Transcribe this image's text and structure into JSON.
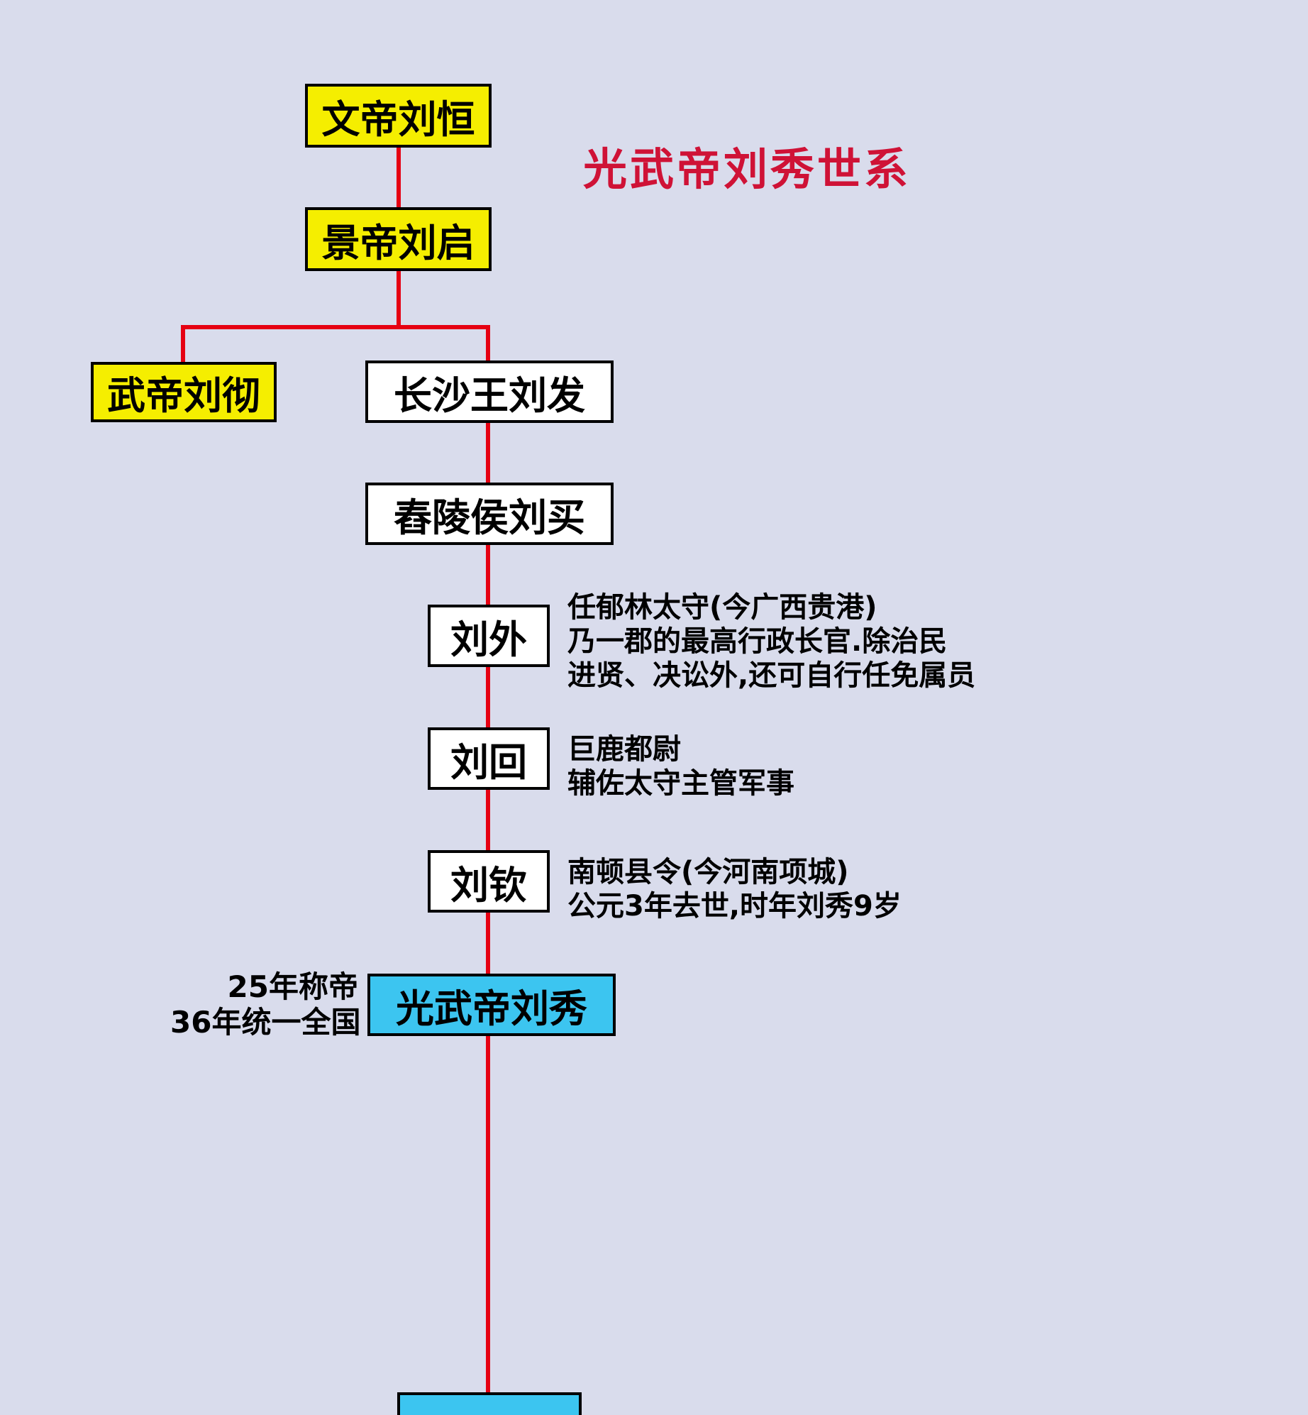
{
  "title": "光武帝刘秀世系",
  "colors": {
    "background": "#d9dcec",
    "line": "#e60012",
    "yellow": "#f5ee00",
    "white": "#ffffff",
    "cyan": "#3cc5f0",
    "title": "#cf1236"
  },
  "nodes": {
    "wendi": {
      "label": "文帝刘恒"
    },
    "jingdi": {
      "label": "景帝刘启"
    },
    "wudi": {
      "label": "武帝刘彻"
    },
    "changsha": {
      "label": "长沙王刘发"
    },
    "chongling": {
      "label": "舂陵侯刘买"
    },
    "liuwai": {
      "label": "刘外"
    },
    "liuhui": {
      "label": "刘回"
    },
    "liuqin": {
      "label": "刘钦"
    },
    "guangwu": {
      "label": "光武帝刘秀"
    }
  },
  "annotations": {
    "liuwai": {
      "lines": [
        "任郁林太守(今广西贵港)",
        "乃一郡的最高行政长官.除治民",
        "进贤、决讼外,还可自行任免属员"
      ]
    },
    "liuhui": {
      "lines": [
        "巨鹿都尉",
        "辅佐太守主管军事"
      ]
    },
    "liuqin": {
      "lines": [
        "南顿县令(今河南项城)",
        "公元3年去世,时年刘秀9岁"
      ]
    },
    "guangwu": {
      "lines": [
        "25年称帝",
        "36年统一全国"
      ]
    }
  }
}
